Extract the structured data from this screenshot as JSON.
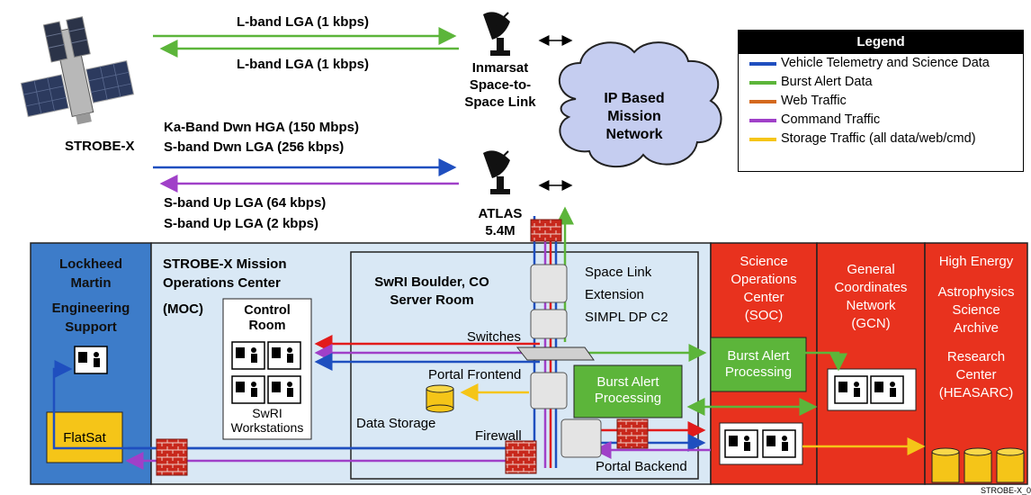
{
  "spacecraft": {
    "name": "STROBE-X"
  },
  "space_links": {
    "lband_up": "L-band LGA (1 kbps)",
    "lband_down": "L-band LGA (1 kbps)",
    "ka_band": "Ka-Band Dwn HGA (150 Mbps)",
    "s_band_down": "S-band Dwn LGA (256 kbps)",
    "s_band_up_64": "S-band Up LGA (64 kbps)",
    "s_band_up_2": "S-band Up LGA (2 kbps)"
  },
  "ground_stations": {
    "inmarsat": [
      "Inmarsat",
      "Space-to-",
      "Space Link"
    ],
    "atlas": [
      "ATLAS",
      "5.4M"
    ]
  },
  "cloud": {
    "lines": [
      "IP Based",
      "Mission",
      "Network"
    ]
  },
  "legend": {
    "title": "Legend",
    "items": [
      {
        "label": "Vehicle Telemetry and Science Data",
        "color": "#1f4fbf"
      },
      {
        "label": "Burst Alert Data",
        "color": "#5cb53a"
      },
      {
        "label": "Web Traffic",
        "color": "#d4691e"
      },
      {
        "label": "Command Traffic",
        "color": "#a040c8"
      },
      {
        "label": "Storage Traffic (all data/web/cmd)",
        "color": "#f5c518"
      }
    ]
  },
  "lockheed": {
    "title_lines": [
      "Lockheed",
      "Martin",
      "Engineering",
      "Support"
    ],
    "flatsat": "FlatSat"
  },
  "moc": {
    "title_lines": [
      "STROBE-X Mission",
      "Operations Center",
      "(MOC)"
    ],
    "control_room": [
      "Control",
      "Room"
    ],
    "workstations": [
      "SwRI",
      "Workstations"
    ]
  },
  "server_room": {
    "title_lines": [
      "SwRI Boulder, CO",
      "Server Room"
    ],
    "space_link": [
      "Space Link",
      "Extension",
      "SIMPL DP C2"
    ],
    "switches": "Switches",
    "portal_frontend": "Portal Frontend",
    "burst_alert": [
      "Burst Alert",
      "Processing"
    ],
    "data_storage": "Data Storage",
    "firewall": "Firewall",
    "portal_backend": "Portal Backend"
  },
  "soc": {
    "title_lines": [
      "Science",
      "Operations",
      "Center",
      "(SOC)"
    ],
    "burst_alert": [
      "Burst Alert",
      "Processing"
    ]
  },
  "gcn": {
    "title_lines": [
      "General",
      "Coordinates",
      "Network",
      "(GCN)"
    ]
  },
  "heasarc": {
    "title_lines": [
      "High Energy",
      "Astrophysics",
      "Science",
      "Archive",
      "",
      "Research",
      "Center",
      "(HEASARC)"
    ]
  },
  "footer": {
    "tag": "STROBE-X_0"
  },
  "colors": {
    "telemetry": "#1f4fbf",
    "burst": "#5cb53a",
    "web": "#d4691e",
    "command": "#a040c8",
    "storage": "#f5c518",
    "lockheed_bg": "#3d7cc9",
    "moc_bg": "#d9e8f5",
    "red_bg": "#e8321e",
    "cloud": "#c5cdf0"
  }
}
